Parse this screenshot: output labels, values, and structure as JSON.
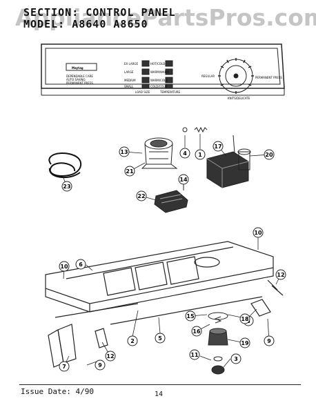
{
  "watermark": "AppliancePartsPros.com",
  "header": {
    "line1": "SECTION: CONTROL PANEL",
    "line2": "MODEL: A8640  A8650"
  },
  "panel": {
    "brand": "Maytag",
    "model_lines": [
      "DEPENDABLE CARE",
      "AUTO SAVING",
      "PERMANENT PRESS"
    ],
    "load_size_buttons": [
      "EX LARGE",
      "LARGE",
      "MEDIUM",
      "SMALL"
    ],
    "temperature_buttons": [
      "HOT/COLD",
      "WARM/WARM",
      "WARM/COLD",
      "COLD/COLD"
    ],
    "bottom_labels": [
      "LOAD SIZE",
      "TEMPERATURE"
    ],
    "dial_labels": [
      "REGULAR",
      "PERMANENT PRESS",
      "KNITS/DELICATE"
    ]
  },
  "callouts": [
    "1",
    "2",
    "3",
    "4",
    "5",
    "6",
    "7",
    "8",
    "9",
    "9",
    "10",
    "10",
    "11",
    "12",
    "12",
    "13",
    "14",
    "15",
    "16",
    "17",
    "18",
    "19",
    "20",
    "21",
    "22",
    "23"
  ],
  "footer": {
    "issue": "Issue Date: 4/90",
    "page": "14"
  }
}
